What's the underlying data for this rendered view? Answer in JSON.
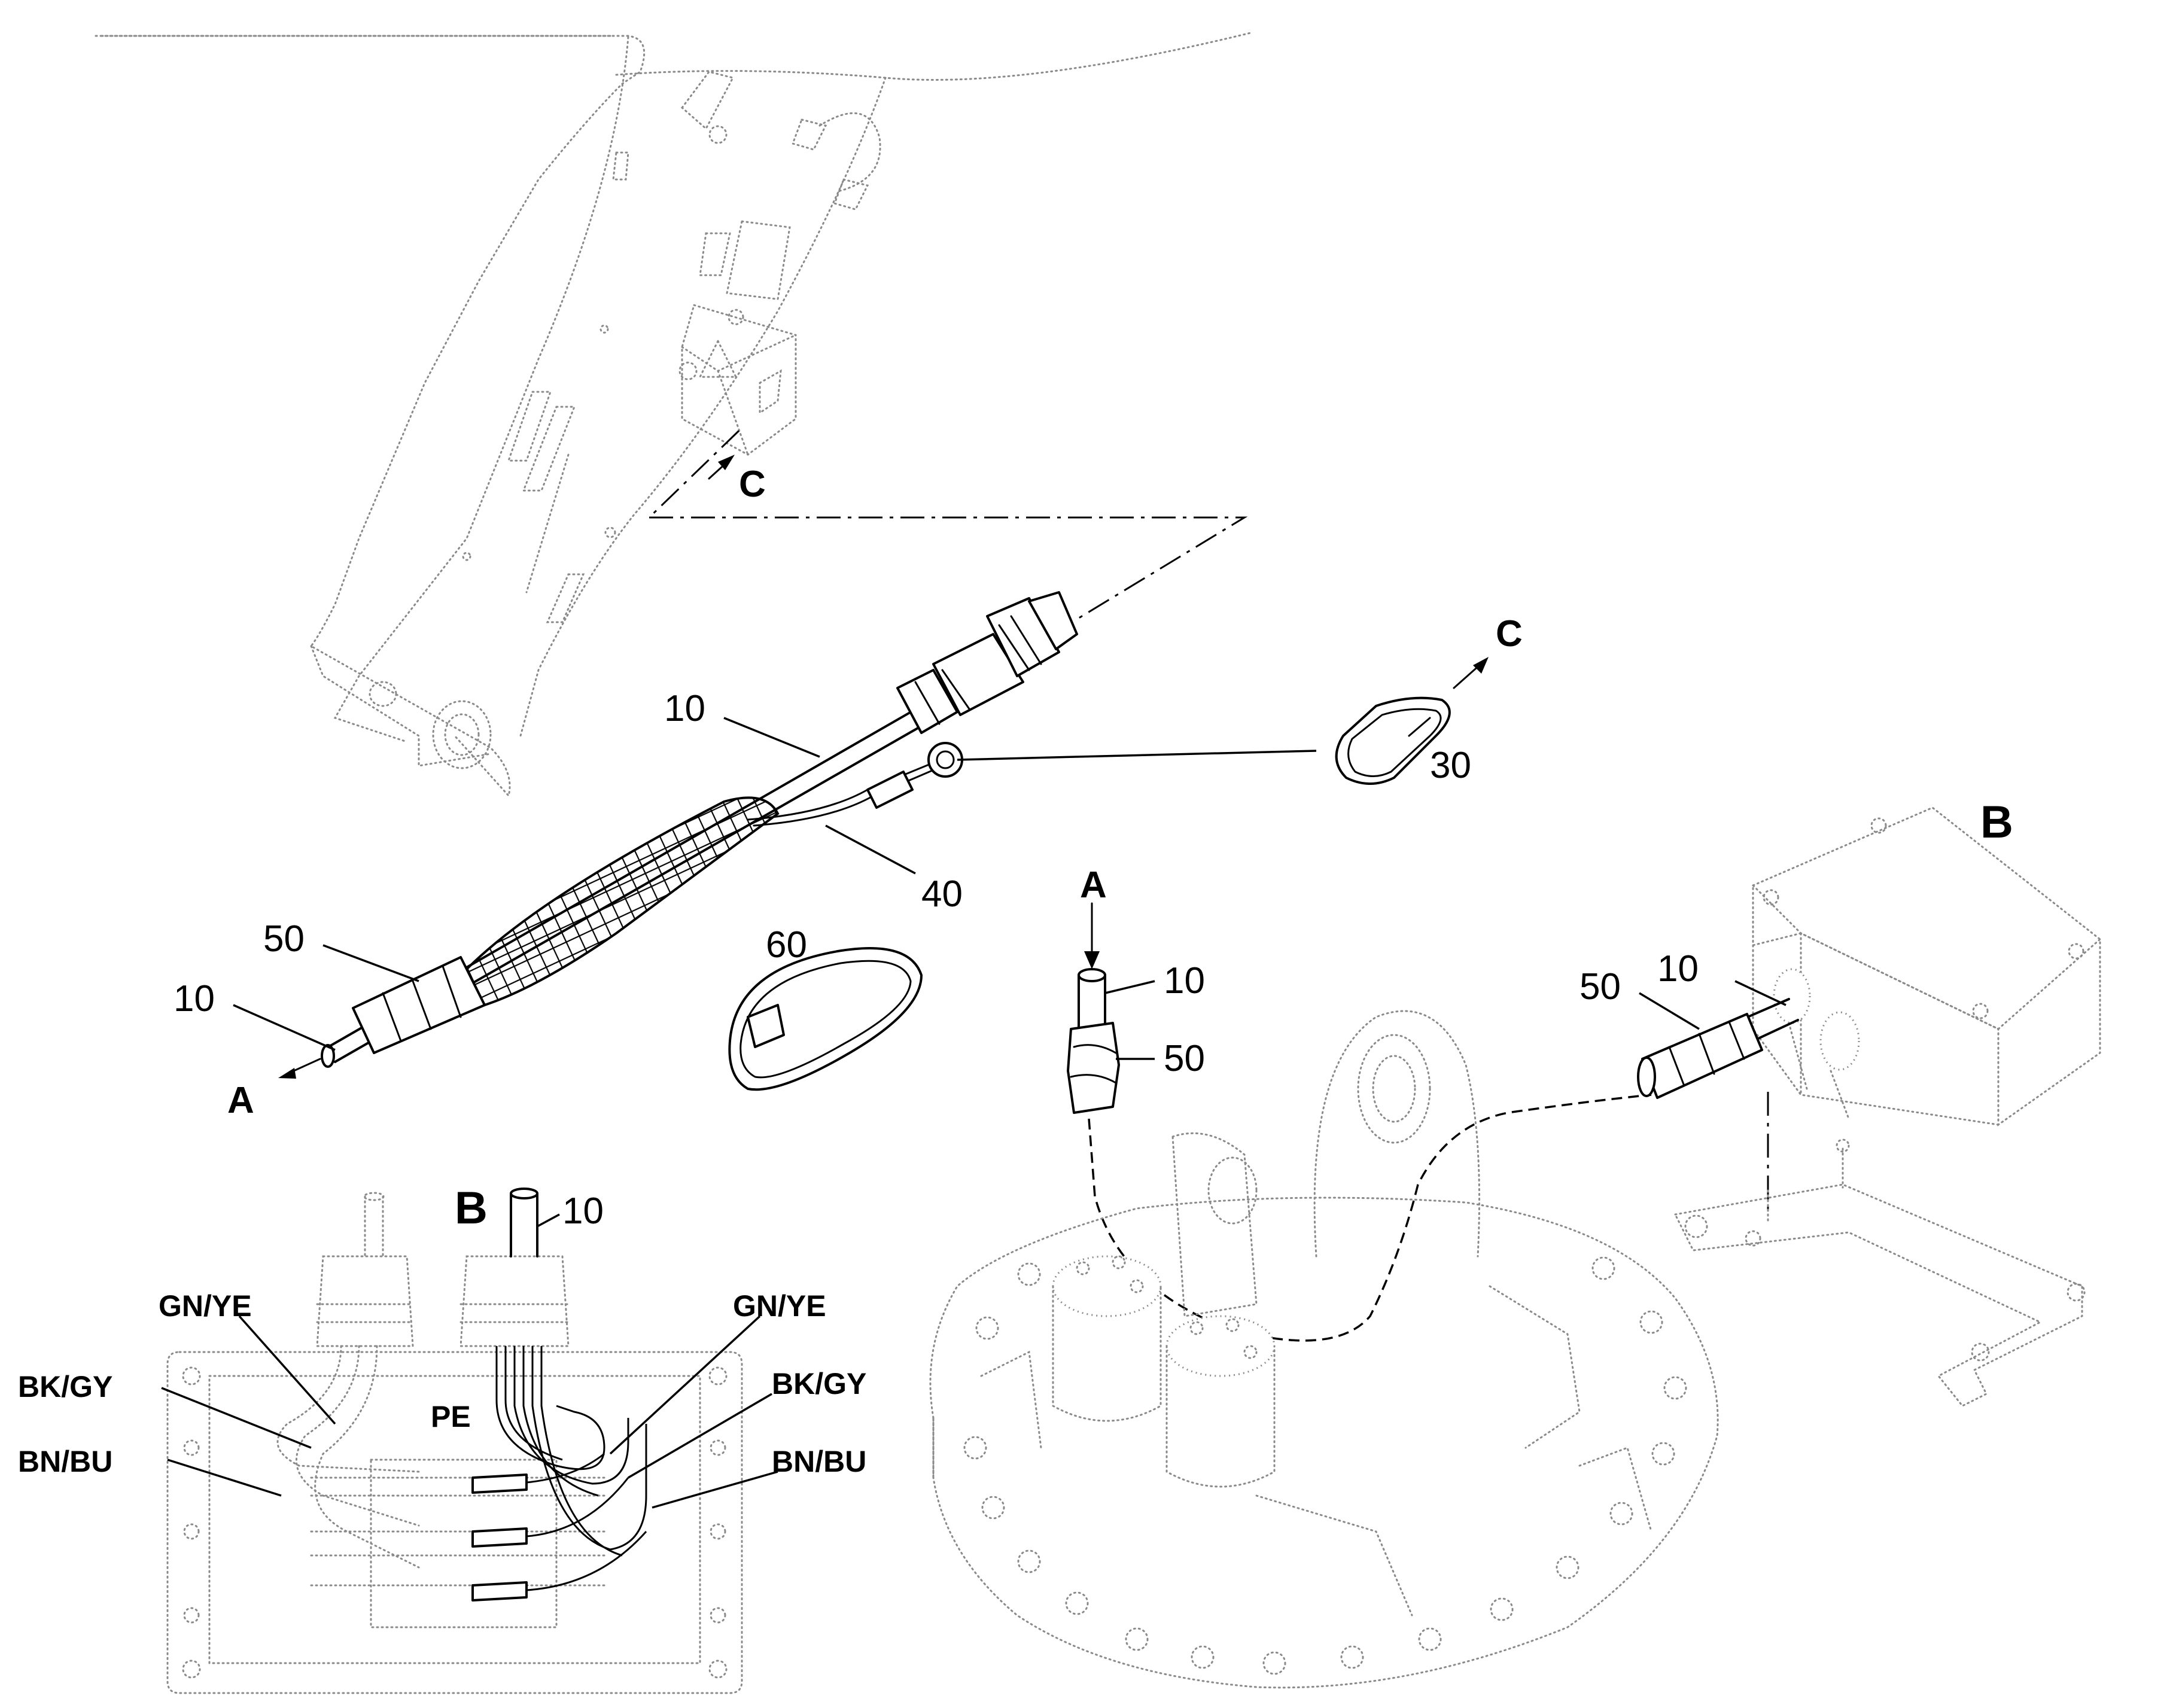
{
  "callouts": {
    "cable_top": "10",
    "cable_left": "10",
    "strain_relief": "40",
    "tape_left": "50",
    "tie": "30",
    "band": "60",
    "cable_mid": "10",
    "tape_mid": "50",
    "cable_right": "10",
    "tape_right": "50",
    "cable_detail": "10"
  },
  "view_markers": {
    "a_bottom": "A",
    "a_top": "A",
    "c_top": "C",
    "c_right": "C",
    "b_right": "B",
    "b_detail": "B"
  },
  "terminal_detail": {
    "pe_label": "PE",
    "left_wires": [
      "GN/YE",
      "BK/GY",
      "BN/BU"
    ],
    "right_wires": [
      "GN/YE",
      "BK/GY",
      "BN/BU"
    ]
  }
}
